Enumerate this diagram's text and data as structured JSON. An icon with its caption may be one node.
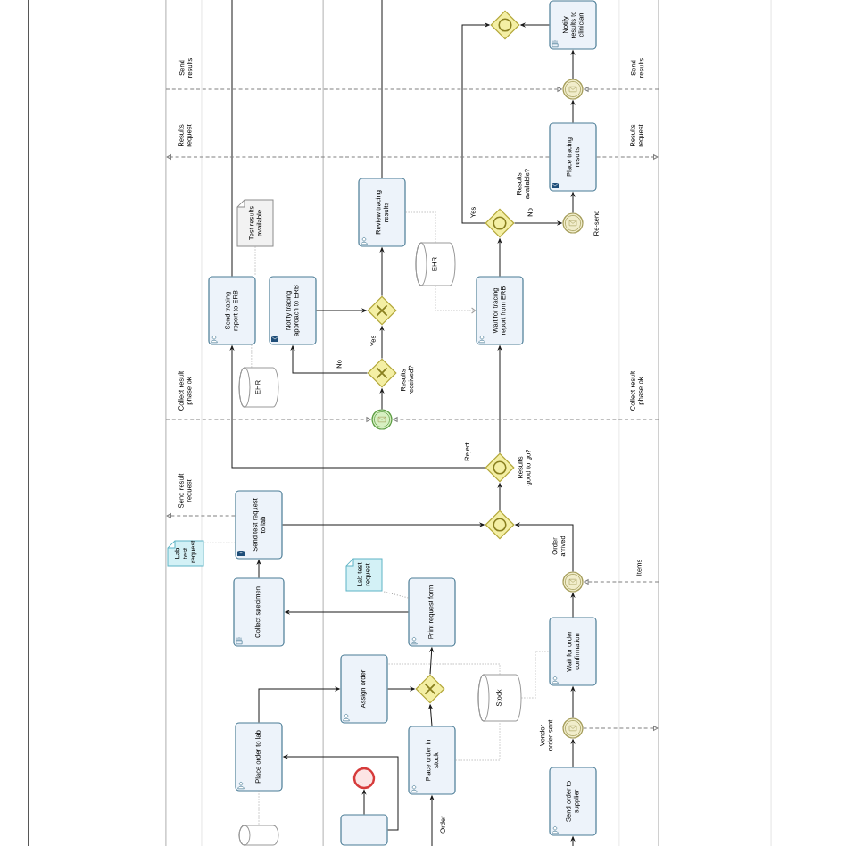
{
  "diagram": {
    "nodes": [
      {
        "text": [
          "Notify results to clinician"
        ]
      },
      {
        "text": [],
        "shape": "diamond"
      },
      {
        "text": [],
        "shape": "circle"
      },
      {
        "text": [
          "Place tracing results"
        ]
      },
      {
        "text": [],
        "shape": "circle",
        "beside": [
          "Re-send"
        ]
      },
      {
        "text": [],
        "shape": "diamond",
        "beside": [
          "Results available?"
        ]
      },
      {
        "text": [
          "Wait for tracing report from ERB"
        ]
      },
      {
        "text": [
          "EHR"
        ]
      },
      {
        "text": [
          "Review tracing results"
        ]
      },
      {
        "text": [],
        "shape": "diamond"
      },
      {
        "text": [],
        "shape": "diamond",
        "beside": [
          "Results received?"
        ]
      },
      {
        "text": [],
        "shape": "circle"
      },
      {
        "text": [
          "Notify tracing approach to ERB"
        ]
      },
      {
        "text": [
          "Send tracing report to ERB"
        ]
      },
      {
        "text": [
          "Test results available"
        ]
      },
      {
        "text": [
          "EHR"
        ]
      },
      {
        "text": [],
        "shape": "diamond",
        "beside": [
          "Results good to go?"
        ]
      },
      {
        "text": [],
        "shape": "diamond"
      },
      {
        "text": [
          "Send test request to lab"
        ]
      },
      {
        "text": [
          "Lab test request"
        ]
      },
      {
        "text": [
          "Collect specimen"
        ]
      },
      {
        "text": [
          "Print request form"
        ]
      },
      {
        "text": [
          "Lab test request"
        ]
      },
      {
        "text": [
          "Assign order"
        ]
      },
      {
        "text": [],
        "shape": "diamond"
      },
      {
        "text": [
          "Place order in stock"
        ]
      },
      {
        "text": [
          "Stock"
        ]
      },
      {
        "text": [
          "Place order to lab"
        ]
      },
      {
        "text": [],
        "shape": "circle"
      },
      {
        "text": [],
        "shape": "box"
      },
      {
        "text": [],
        "shape": "circle",
        "beside": [
          "Order arrived"
        ]
      },
      {
        "text": [
          "Wait for order confirmation"
        ]
      },
      {
        "text": [],
        "shape": "circle",
        "beside": [
          "Vendor order sent"
        ]
      },
      {
        "text": [
          "Send order to supplier"
        ]
      },
      {
        "text": [],
        "shape": "cylinder"
      }
    ],
    "edges": [
      {
        "from": 3,
        "to": 2,
        "arrow": "to"
      },
      {
        "from": 2,
        "to": 0,
        "arrow": "to"
      },
      {
        "from": 0,
        "to": 1,
        "arrow": "to"
      },
      {
        "from": 5,
        "to": 1,
        "arrow": "to",
        "label": "Yes"
      },
      {
        "from": 5,
        "to": 4,
        "arrow": "to",
        "label": "No"
      },
      {
        "from": 4,
        "to": 3,
        "arrow": "to"
      },
      {
        "from": 6,
        "to": 5,
        "arrow": "to"
      },
      {
        "from": 16,
        "to": 6,
        "arrow": "to"
      },
      {
        "from": 17,
        "to": 16,
        "arrow": "to"
      },
      {
        "from": 18,
        "to": 17,
        "arrow": "to"
      },
      {
        "from": 30,
        "to": 17,
        "arrow": "to"
      },
      {
        "from": 31,
        "to": 30,
        "arrow": "to"
      },
      {
        "from": 32,
        "to": 31,
        "arrow": "to"
      },
      {
        "from": 33,
        "to": 32,
        "arrow": "to"
      },
      {
        "from": null,
        "to": 33,
        "arrow": "to"
      },
      {
        "from": 16,
        "to": 13,
        "arrow": "to",
        "label": "Reject"
      },
      {
        "from": 13,
        "to": null,
        "arrow": "none"
      },
      {
        "from": 11,
        "to": 10,
        "arrow": "to"
      },
      {
        "from": 10,
        "to": 9,
        "arrow": "to",
        "label": "Yes"
      },
      {
        "from": 10,
        "to": 12,
        "arrow": "to",
        "label": "No"
      },
      {
        "from": 12,
        "to": 9,
        "arrow": "to"
      },
      {
        "from": 9,
        "to": 8,
        "arrow": "to"
      },
      {
        "from": 8,
        "to": null,
        "arrow": "none"
      },
      {
        "from": 20,
        "to": 18,
        "arrow": "to"
      },
      {
        "from": 21,
        "to": 20,
        "arrow": "to"
      },
      {
        "from": 24,
        "to": 21,
        "arrow": "to"
      },
      {
        "from": 25,
        "to": 24,
        "arrow": "to"
      },
      {
        "from": 23,
        "to": 24,
        "arrow": "to"
      },
      {
        "from": 27,
        "to": 23,
        "arrow": "to"
      },
      {
        "from": 29,
        "to": 27,
        "arrow": "to"
      },
      {
        "from": null,
        "to": 25,
        "arrow": "to",
        "label": "Order"
      },
      {
        "from": 29,
        "to": 28,
        "arrow": "to"
      },
      {
        "from": null,
        "to": 2,
        "arrow": "to",
        "label": "Send results",
        "style": "dashed",
        "color": "#808080"
      },
      {
        "from": null,
        "to": 2,
        "arrow": "to",
        "label": "Send results",
        "style": "dashed",
        "color": "#808080"
      },
      {
        "from": 3,
        "to": null,
        "arrow": "to",
        "label": "Results request",
        "style": "dashed",
        "color": "#808080"
      },
      {
        "from": 3,
        "to": null,
        "arrow": "to",
        "label": "Results request",
        "style": "dashed",
        "color": "#808080"
      },
      {
        "from": null,
        "to": 11,
        "arrow": "to",
        "label": "Collect result phase ok",
        "style": "dashed",
        "color": "#808080"
      },
      {
        "from": null,
        "to": 11,
        "arrow": "to",
        "label": "Collect result phase ok",
        "style": "dashed",
        "color": "#808080"
      },
      {
        "from": 18,
        "to": null,
        "arrow": "to",
        "label": "Send result request",
        "style": "dashed",
        "color": "#808080"
      },
      {
        "from": null,
        "to": 30,
        "arrow": "to",
        "label": "Items",
        "style": "dashed",
        "color": "#808080"
      },
      {
        "from": 32,
        "to": null,
        "arrow": "to",
        "style": "dashed",
        "color": "#808080"
      },
      {
        "from": 14,
        "to": 13,
        "arrow": "none",
        "style": "dashed",
        "color": "#a0a0a0"
      },
      {
        "from": 15,
        "to": 13,
        "arrow": "none",
        "style": "dashed",
        "color": "#a0a0a0"
      },
      {
        "from": 8,
        "to": 7,
        "arrow": "none",
        "style": "dashed",
        "color": "#a0a0a0"
      },
      {
        "from": 7,
        "to": 6,
        "arrow": "to",
        "style": "dashed",
        "color": "#a0a0a0"
      },
      {
        "from": 18,
        "to": 19,
        "arrow": "none",
        "style": "dashed",
        "color": "#a0a0a0"
      },
      {
        "from": 21,
        "to": 22,
        "arrow": "none",
        "style": "dashed",
        "color": "#a0a0a0"
      },
      {
        "from": 25,
        "to": 26,
        "arrow": "none",
        "style": "dashed",
        "color": "#a0a0a0"
      },
      {
        "from": 26,
        "to": 23,
        "arrow": "none",
        "style": "dashed",
        "color": "#a0a0a0"
      },
      {
        "from": 26,
        "to": 31,
        "arrow": "none",
        "style": "dashed",
        "color": "#a0a0a0"
      },
      {
        "from": 27,
        "to": 34,
        "arrow": "none",
        "style": "dashed",
        "color": "#a0a0a0"
      }
    ]
  }
}
